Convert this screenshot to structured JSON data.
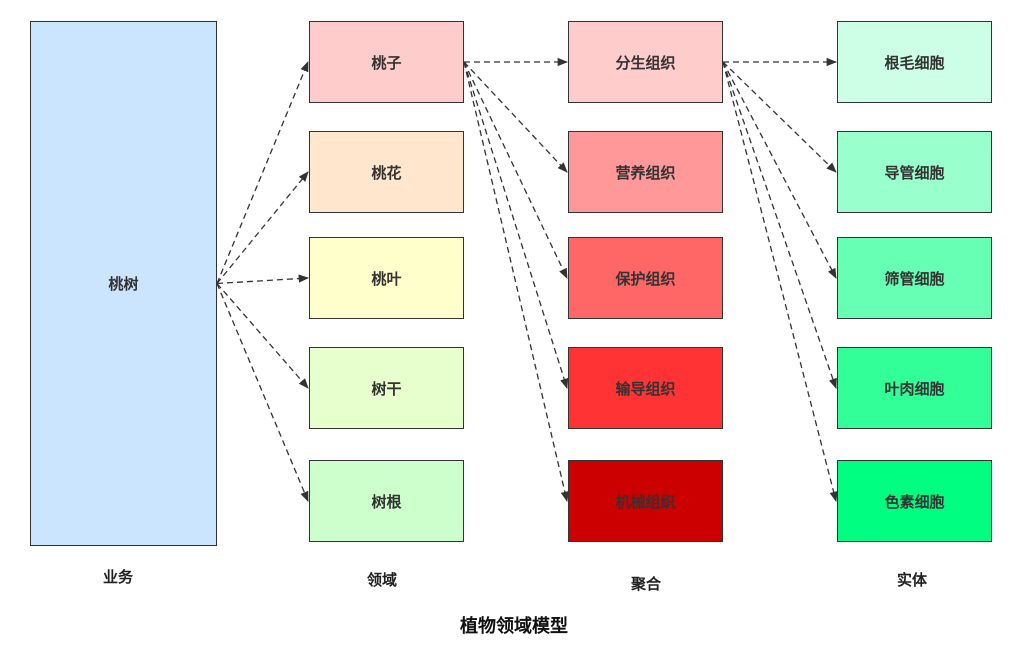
{
  "title": "植物领域模型",
  "columns": {
    "business": {
      "label": "业务",
      "nodes": [
        {
          "id": "n-taoshu",
          "text": "桃树",
          "fill": "#cce5ff"
        }
      ]
    },
    "domain": {
      "label": "领域",
      "nodes": [
        {
          "id": "n-taozi",
          "text": "桃子",
          "fill": "#ffcccc"
        },
        {
          "id": "n-taohua",
          "text": "桃花",
          "fill": "#ffe6cc"
        },
        {
          "id": "n-taoye",
          "text": "桃叶",
          "fill": "#ffffcc"
        },
        {
          "id": "n-shugan",
          "text": "树干",
          "fill": "#e6ffcc"
        },
        {
          "id": "n-shugen",
          "text": "树根",
          "fill": "#ccffcc"
        }
      ]
    },
    "aggregate": {
      "label": "聚合",
      "nodes": [
        {
          "id": "n-fensheng",
          "text": "分生组织",
          "fill": "#ffcccc"
        },
        {
          "id": "n-yingyang",
          "text": "营养组织",
          "fill": "#ff9999"
        },
        {
          "id": "n-baohu",
          "text": "保护组织",
          "fill": "#ff6666"
        },
        {
          "id": "n-shudao",
          "text": "输导组织",
          "fill": "#ff3333"
        },
        {
          "id": "n-jixie",
          "text": "机械组织",
          "fill": "#cc0000"
        }
      ]
    },
    "entity": {
      "label": "实体",
      "nodes": [
        {
          "id": "n-genmao",
          "text": "根毛细胞",
          "fill": "#ccffe6"
        },
        {
          "id": "n-daoguan",
          "text": "导管细胞",
          "fill": "#99ffcc"
        },
        {
          "id": "n-shaiguan",
          "text": "筛管细胞",
          "fill": "#66ffb3"
        },
        {
          "id": "n-yerou",
          "text": "叶肉细胞",
          "fill": "#33ff99"
        },
        {
          "id": "n-sesu",
          "text": "色素细胞",
          "fill": "#00ff80"
        }
      ]
    }
  },
  "edges": [
    [
      "n-taoshu",
      "n-taozi"
    ],
    [
      "n-taoshu",
      "n-taohua"
    ],
    [
      "n-taoshu",
      "n-taoye"
    ],
    [
      "n-taoshu",
      "n-shugan"
    ],
    [
      "n-taoshu",
      "n-shugen"
    ],
    [
      "n-taozi",
      "n-fensheng"
    ],
    [
      "n-taozi",
      "n-yingyang"
    ],
    [
      "n-taozi",
      "n-baohu"
    ],
    [
      "n-taozi",
      "n-shudao"
    ],
    [
      "n-taozi",
      "n-jixie"
    ],
    [
      "n-fensheng",
      "n-genmao"
    ],
    [
      "n-fensheng",
      "n-daoguan"
    ],
    [
      "n-fensheng",
      "n-shaiguan"
    ],
    [
      "n-fensheng",
      "n-yerou"
    ],
    [
      "n-fensheng",
      "n-sesu"
    ]
  ],
  "style": {
    "edge_color": "#333333",
    "border_color": "#333333"
  }
}
